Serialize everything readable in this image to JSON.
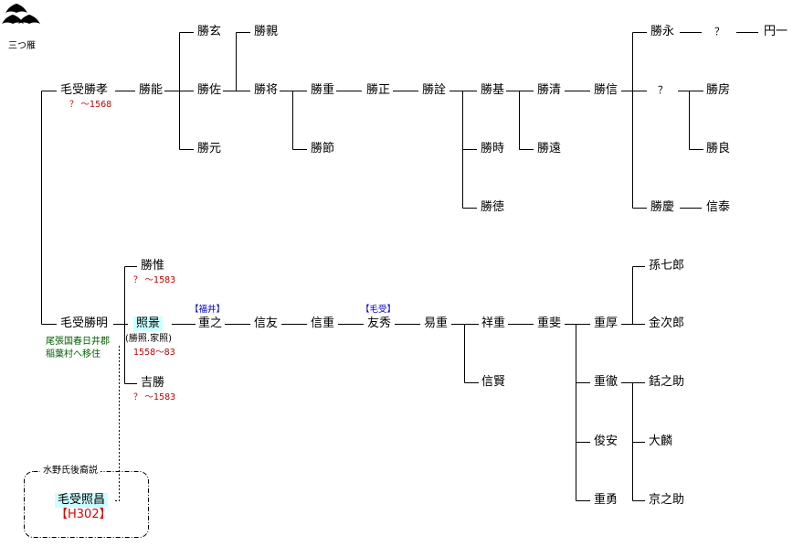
{
  "crest": {
    "icon": "mitsu-kari-crest-icon",
    "caption": "三つ雁"
  },
  "colors": {
    "date": "#c00000",
    "clan": "#0000c0",
    "note": "#006000",
    "highlight": "#ccffff",
    "reference": "#e00000"
  },
  "persons": {
    "katsutaka": "毛受勝孝",
    "katsuyoshi": "勝能",
    "katsugen": "勝玄",
    "katsuchika": "勝親",
    "katsusuke": "勝佐",
    "katsumoto": "勝元",
    "katsumasa_sho": "勝将",
    "katsushige": "勝重",
    "katsusetsu": "勝節",
    "katsumasa": "勝正",
    "katsunori": "勝詮",
    "katsumoto2": "勝基",
    "katsutoki": "勝時",
    "katsutoku": "勝徳",
    "katsukiyo": "勝清",
    "katsutou": "勝遠",
    "katsunobu": "勝信",
    "katsunaga": "勝永",
    "unknown1": "？",
    "enichi": "円一",
    "unknown2": "？",
    "katsufusa": "勝房",
    "katsuryo": "勝良",
    "katsukei": "勝慶",
    "nobuyasu": "信泰",
    "katsuaki": "毛受勝明",
    "katsukore": "勝惟",
    "terukage": "照景",
    "yoshikatsu": "吉勝",
    "shigeyuki": "重之",
    "nobutomo": "信友",
    "nobushige": "信重",
    "tomohide": "友秀",
    "ekishige": "易重",
    "shoju": "祥重",
    "nobukata": "信賢",
    "shigehi": "重斐",
    "shigeatsu": "重厚",
    "shigetetsu": "重徹",
    "shunan": "俊安",
    "shigeyu": "重勇",
    "magoshichiro": "孫七郎",
    "kinjiro": "金次郎",
    "katsunosuke": "銛之助",
    "tairin": "大麟",
    "kyonosuke": "京之助",
    "teruyoshi": "毛受照昌"
  },
  "dates": {
    "katsutaka": "？ ～1568",
    "katsukore": "？ ～1583",
    "terukage": "1558～83",
    "yoshikatsu": "？ ～1583"
  },
  "clans": {
    "shigeyuki": "【福井】",
    "tomohide": "【毛受】"
  },
  "notes": {
    "katsuaki_line1": "尾張国春日井郡",
    "katsuaki_line2": "稲葉村へ移住",
    "terukage_alias": "(勝照.家照)",
    "box_title": "水野氏後裔説",
    "reference": "【H302】"
  }
}
